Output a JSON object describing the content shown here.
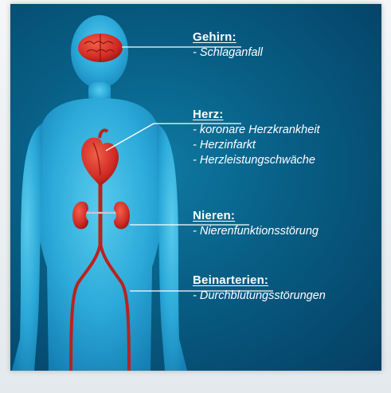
{
  "colors": {
    "background_dark": "#053f63",
    "background_mid": "#0f7ba3",
    "body_silhouette": "#2fb8e6",
    "organ_red": "#d9302a",
    "label_text": "#ffffff"
  },
  "labels": [
    {
      "id": "brain",
      "title": "Gehirn:",
      "items": [
        "- Schlaganfall"
      ]
    },
    {
      "id": "heart",
      "title": "Herz:",
      "items": [
        "- koronare Herzkrankheit",
        "- Herzinfarkt",
        "- Herzleistungschwäche"
      ]
    },
    {
      "id": "kidney",
      "title": "Nieren:",
      "items": [
        "- Nierenfunktionsstörung"
      ]
    },
    {
      "id": "legs",
      "title": "Beinarterien:",
      "items": [
        "- Durchblutungsstörungen"
      ]
    }
  ],
  "icons": [
    "brain-icon",
    "heart-icon",
    "kidney-icon",
    "artery-icon",
    "body-silhouette"
  ]
}
